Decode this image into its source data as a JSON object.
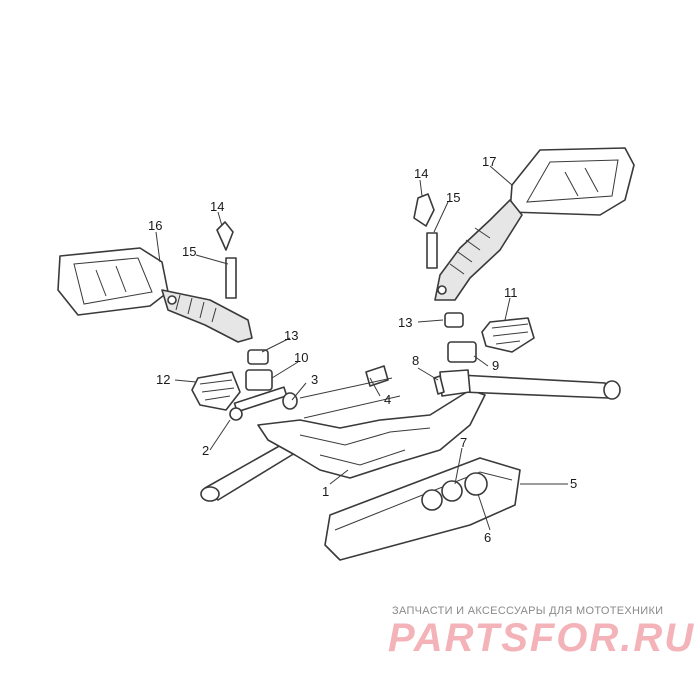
{
  "callouts": [
    "1",
    "2",
    "3",
    "4",
    "5",
    "6",
    "7",
    "8",
    "9",
    "10",
    "11",
    "12",
    "13",
    "13",
    "14",
    "14",
    "15",
    "15",
    "16",
    "17"
  ],
  "watermark": {
    "caption": "ЗАПЧАСТИ И АКСЕССУАРЫ ДЛЯ МОТОТЕХНИКИ",
    "logo": "PARTSFOR.RU"
  },
  "colors": {
    "line": "#3a3a3a",
    "watermark_logo": "#f3b3b8",
    "watermark_caption": "#8a8a8a"
  }
}
